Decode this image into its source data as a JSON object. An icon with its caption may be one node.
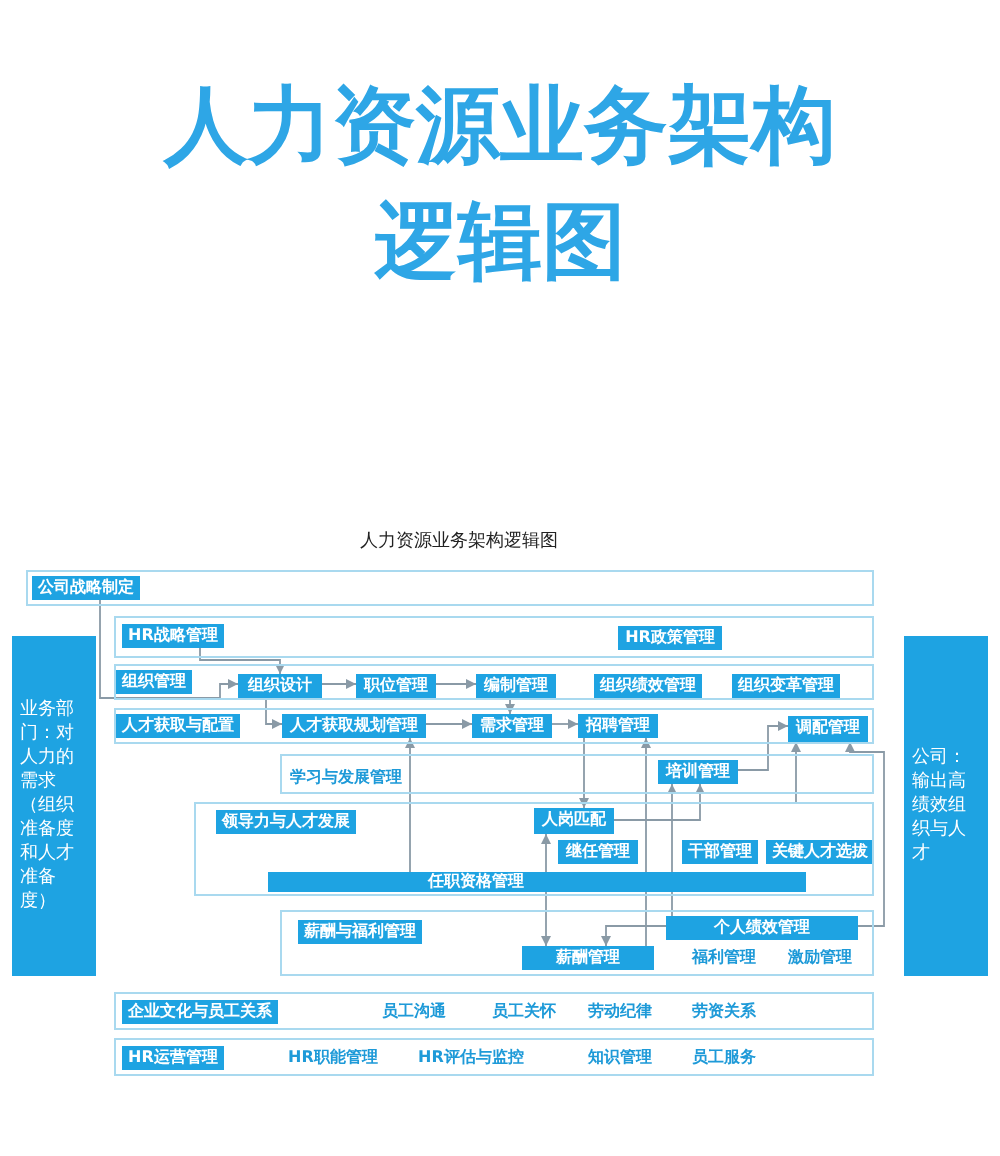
{
  "diagram": {
    "title": "人力资源业务架构逻辑图",
    "nodes": [
      {
        "text": [
          "业务部门：对人力的需求（组织准备度和人才准备度）"
        ]
      },
      {
        "text": [],
        "shape": "box"
      },
      {
        "text": [
          "公司战略制定"
        ],
        "in": 1
      },
      {
        "text": [],
        "shape": "box"
      },
      {
        "text": [
          "HR战略管理"
        ],
        "in": 3
      },
      {
        "text": [
          "HR政策管理"
        ],
        "in": 3
      },
      {
        "text": [],
        "shape": "box"
      },
      {
        "text": [
          "组织管理"
        ],
        "in": 6
      },
      {
        "text": [
          "组织设计"
        ],
        "in": 6
      },
      {
        "text": [
          "职位管理"
        ],
        "in": 6
      },
      {
        "text": [
          "编制管理"
        ],
        "in": 6
      },
      {
        "text": [
          "组织绩效管理"
        ],
        "in": 6
      },
      {
        "text": [
          "组织变革管理"
        ],
        "in": 6
      },
      {
        "text": [],
        "shape": "box"
      },
      {
        "text": [
          "人才获取与配置"
        ],
        "in": 13
      },
      {
        "text": [
          "人才获取规划管理"
        ],
        "in": 13
      },
      {
        "text": [
          "需求管理"
        ],
        "in": 13
      },
      {
        "text": [
          "招聘管理"
        ],
        "in": 13
      },
      {
        "text": [
          "调配管理"
        ],
        "in": 13
      },
      {
        "text": [
          "学习与发展管理"
        ]
      },
      {
        "text": [
          "培训管理"
        ],
        "in": 19
      },
      {
        "text": [],
        "shape": "box"
      },
      {
        "text": [
          "领导力与人才发展"
        ],
        "in": 21
      },
      {
        "text": [
          "人岗匹配"
        ],
        "in": 21
      },
      {
        "text": [
          "继任管理"
        ],
        "in": 21
      },
      {
        "text": [
          "干部管理"
        ],
        "in": 21
      },
      {
        "text": [
          "关键人才选拔"
        ],
        "in": 21
      },
      {
        "text": [
          "任职资格管理"
        ],
        "in": 21
      },
      {
        "text": [],
        "shape": "box"
      },
      {
        "text": [
          "薪酬与福利管理"
        ],
        "in": 28
      },
      {
        "text": [
          "个人绩效管理"
        ],
        "in": 28
      },
      {
        "text": [
          "薪酬管理"
        ],
        "in": 28
      },
      {
        "text": [
          "福利管理"
        ],
        "in": 28
      },
      {
        "text": [
          "激励管理"
        ],
        "in": 28
      },
      {
        "text": [],
        "shape": "box"
      },
      {
        "text": [
          "企业文化与员工关系"
        ],
        "in": 34
      },
      {
        "text": [
          "员工沟通"
        ],
        "in": 34
      },
      {
        "text": [
          "员工关怀"
        ],
        "in": 34
      },
      {
        "text": [
          "劳动纪律"
        ],
        "in": 34
      },
      {
        "text": [
          "劳资关系"
        ],
        "in": 34
      },
      {
        "text": [],
        "shape": "box"
      },
      {
        "text": [
          "HR运营管理"
        ],
        "in": 40
      },
      {
        "text": [
          "HR职能管理"
        ],
        "in": 40
      },
      {
        "text": [
          "HR评估与监控"
        ],
        "in": 40
      },
      {
        "text": [
          "知识管理"
        ],
        "in": 40
      },
      {
        "text": [
          "员工服务"
        ],
        "in": 40
      },
      {
        "text": [
          "公司：输出高绩效组织与人才"
        ]
      }
    ],
    "edges": [
      {
        "from": 2,
        "to": 8,
        "arrow": "to"
      },
      {
        "from": 4,
        "to": 8,
        "arrow": "to"
      },
      {
        "from": 8,
        "to": 9,
        "arrow": "to"
      },
      {
        "from": 9,
        "to": 10,
        "arrow": "to"
      },
      {
        "from": 8,
        "to": 15,
        "arrow": "to"
      },
      {
        "from": 10,
        "to": 16,
        "arrow": "to"
      },
      {
        "from": 15,
        "to": 16,
        "arrow": "to"
      },
      {
        "from": 16,
        "to": 17,
        "arrow": "to"
      },
      {
        "from": 17,
        "to": 23,
        "arrow": "to"
      },
      {
        "from": 20,
        "to": 18,
        "arrow": "to"
      },
      {
        "from": 23,
        "to": 20,
        "arrow": "to"
      },
      {
        "from": 30,
        "to": 20,
        "arrow": "to"
      },
      {
        "from": 21,
        "to": 18,
        "arrow": "to"
      },
      {
        "from": 30,
        "to": 18,
        "arrow": "to"
      },
      {
        "from": 27,
        "to": 15,
        "arrow": "to"
      },
      {
        "from": 31,
        "to": 17,
        "arrow": "to"
      },
      {
        "from": 30,
        "to": 31,
        "arrow": "to"
      },
      {
        "from": 23,
        "to": 31,
        "arrow": "both"
      }
    ],
    "labels": [
      "人力资源业务架构逻辑图"
    ]
  }
}
